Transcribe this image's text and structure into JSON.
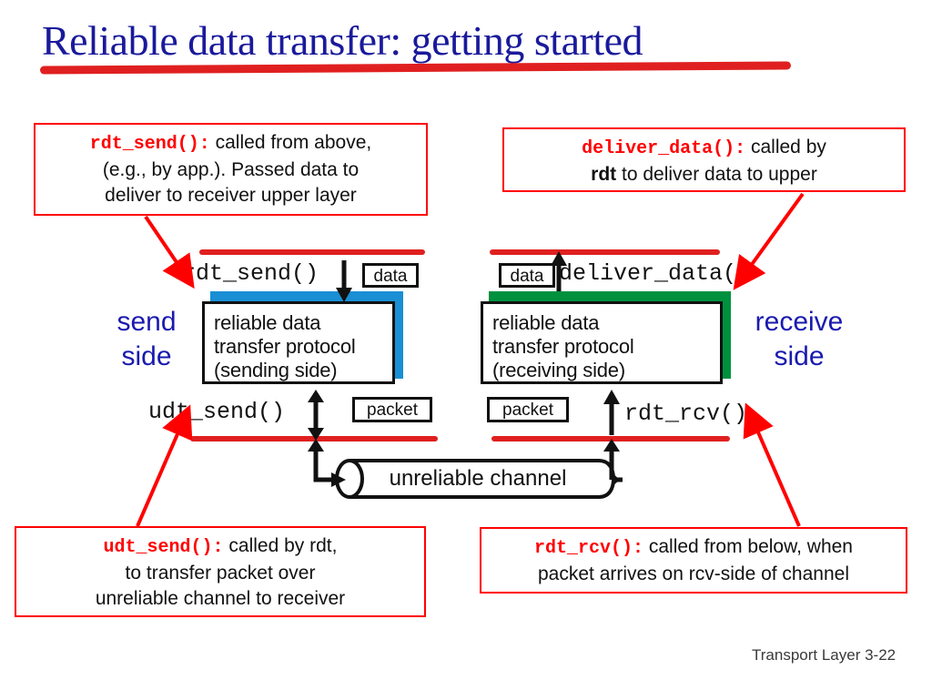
{
  "slide": {
    "title": "Reliable data transfer: getting started",
    "footer": "Transport Layer 3-22",
    "colors": {
      "title_blue": "#1a1a9c",
      "accent_red": "#e02020",
      "callout_red": "#ff0000",
      "send_block_blue": "#1a8fd4",
      "receive_block_green": "#00913f",
      "side_label_blue": "#1a1ab0"
    }
  },
  "callouts": {
    "rdt_send": {
      "fn": "rdt_send():",
      "line1": " called from above,",
      "line2": "(e.g., by app.). Passed data to",
      "line3": "deliver to receiver upper layer"
    },
    "deliver_data": {
      "fn": "deliver_data():",
      "line1": " called by",
      "line2_bold": "rdt",
      "line2_rest": " to deliver data to upper"
    },
    "udt_send": {
      "fn": "udt_send():",
      "line1": " called by rdt,",
      "line2": "to transfer packet over",
      "line3": "unreliable channel to receiver"
    },
    "rdt_rcv": {
      "fn": "rdt_rcv():",
      "line1": " called from below, when",
      "line2": "packet arrives on rcv-side of channel"
    }
  },
  "diagram": {
    "send_side_label": "send\nside",
    "send_side_line1": "send",
    "send_side_line2": "side",
    "receive_side_line1": "receive",
    "receive_side_line2": "side",
    "labels": {
      "rdt_send": "rdt_send()",
      "deliver_data": "deliver_data()",
      "udt_send": "udt_send()",
      "rdt_rcv": "rdt_rcv()"
    },
    "protocol_send": {
      "line1": "reliable data",
      "line2": "transfer protocol",
      "line3": "(sending side)"
    },
    "protocol_receive": {
      "line1": "reliable data",
      "line2": "transfer protocol",
      "line3": "(receiving side)"
    },
    "chips": {
      "data_left": "data",
      "data_right": "data",
      "packet_left": "packet",
      "packet_right": "packet"
    },
    "channel_label": "unreliable channel"
  }
}
